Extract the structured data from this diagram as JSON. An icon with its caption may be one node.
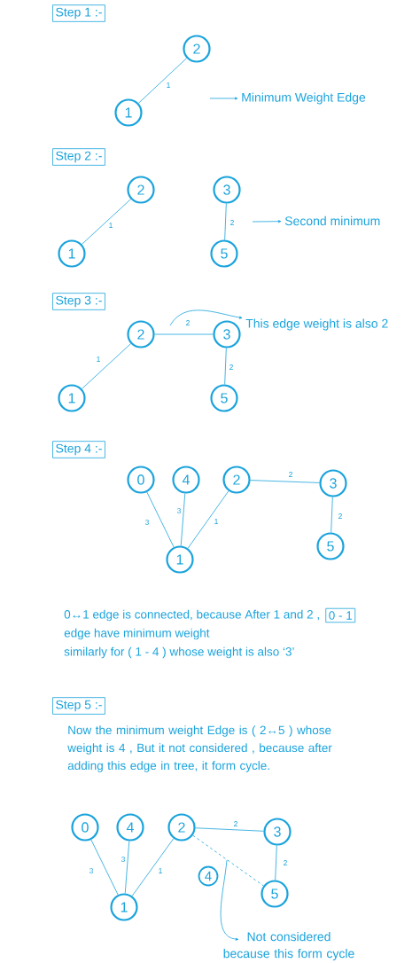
{
  "diagram": {
    "nodes": [
      {
        "text": [
          "Step 1 :-"
        ]
      },
      {
        "text": [
          "2"
        ]
      },
      {
        "text": [
          "1"
        ]
      },
      {
        "text": [
          "Minimum Weight Edge"
        ]
      },
      {
        "text": [
          "Step 2 :-"
        ]
      },
      {
        "text": [
          "2"
        ]
      },
      {
        "text": [
          "1"
        ]
      },
      {
        "text": [
          "3"
        ]
      },
      {
        "text": [
          "5"
        ]
      },
      {
        "text": [
          "Second minimum"
        ]
      },
      {
        "text": [
          "Step 3 :-"
        ]
      },
      {
        "text": [
          "2"
        ]
      },
      {
        "text": [
          "3"
        ]
      },
      {
        "text": [
          "1"
        ]
      },
      {
        "text": [
          "5"
        ]
      },
      {
        "text": [
          "This edge weight is also 2"
        ]
      },
      {
        "text": [
          "Step 4 :-"
        ]
      },
      {
        "text": [
          "0"
        ]
      },
      {
        "text": [
          "4"
        ]
      },
      {
        "text": [
          "2"
        ]
      },
      {
        "text": [
          "3"
        ]
      },
      {
        "text": [
          "5"
        ]
      },
      {
        "text": [
          "1"
        ]
      },
      {
        "text": [
          "0 - 1"
        ]
      },
      {
        "text": [
          "Step 5 :-"
        ]
      },
      {
        "text": [
          "0"
        ]
      },
      {
        "text": [
          "4"
        ]
      },
      {
        "text": [
          "2"
        ]
      },
      {
        "text": [
          "3"
        ]
      },
      {
        "text": [
          "5"
        ]
      },
      {
        "text": [
          "1"
        ]
      },
      {
        "text": [
          "4"
        ]
      },
      {
        "text": [
          "Not considered because this form cycle"
        ]
      }
    ],
    "edges": [
      {
        "from": 2,
        "to": 1,
        "arrow": "none",
        "label": "1"
      },
      {
        "from": 6,
        "to": 5,
        "arrow": "none",
        "label": "1"
      },
      {
        "from": 7,
        "to": 8,
        "arrow": "none",
        "label": "2"
      },
      {
        "from": 13,
        "to": 11,
        "arrow": "none",
        "label": "1"
      },
      {
        "from": 11,
        "to": 12,
        "arrow": "none",
        "label": "2"
      },
      {
        "from": 12,
        "to": 14,
        "arrow": "none",
        "label": "2"
      },
      {
        "from": 17,
        "to": 22,
        "arrow": "none",
        "label": "3"
      },
      {
        "from": 18,
        "to": 22,
        "arrow": "none",
        "label": "3"
      },
      {
        "from": 19,
        "to": 22,
        "arrow": "none",
        "label": "1"
      },
      {
        "from": 19,
        "to": 20,
        "arrow": "none",
        "label": "2"
      },
      {
        "from": 20,
        "to": 21,
        "arrow": "none",
        "label": "2"
      },
      {
        "from": 25,
        "to": 30,
        "arrow": "none",
        "label": "3"
      },
      {
        "from": 26,
        "to": 30,
        "arrow": "none",
        "label": "3"
      },
      {
        "from": 27,
        "to": 30,
        "arrow": "none",
        "label": "1"
      },
      {
        "from": 27,
        "to": 28,
        "arrow": "none",
        "label": "2"
      },
      {
        "from": 28,
        "to": 29,
        "arrow": "none",
        "label": "2"
      },
      {
        "from": 27,
        "to": 29,
        "arrow": "none",
        "style": "dashed"
      },
      {
        "from": null,
        "to": 3,
        "arrow": "to"
      },
      {
        "from": null,
        "to": 9,
        "arrow": "to"
      },
      {
        "from": null,
        "to": 15,
        "arrow": "to"
      },
      {
        "from": null,
        "to": 32,
        "arrow": "to"
      }
    ],
    "labels": [
      "0↔1 edge is connected, because After 1 and 2 ,",
      "edge have minimum weight",
      "similarly for ( 1 - 4 ) whose weight is also ‘3’",
      "Now the minimum weight Edge is ( 2↔5 ) whose weight is 4 , But it not considered , because after adding this edge in tree, it form cycle."
    ]
  }
}
